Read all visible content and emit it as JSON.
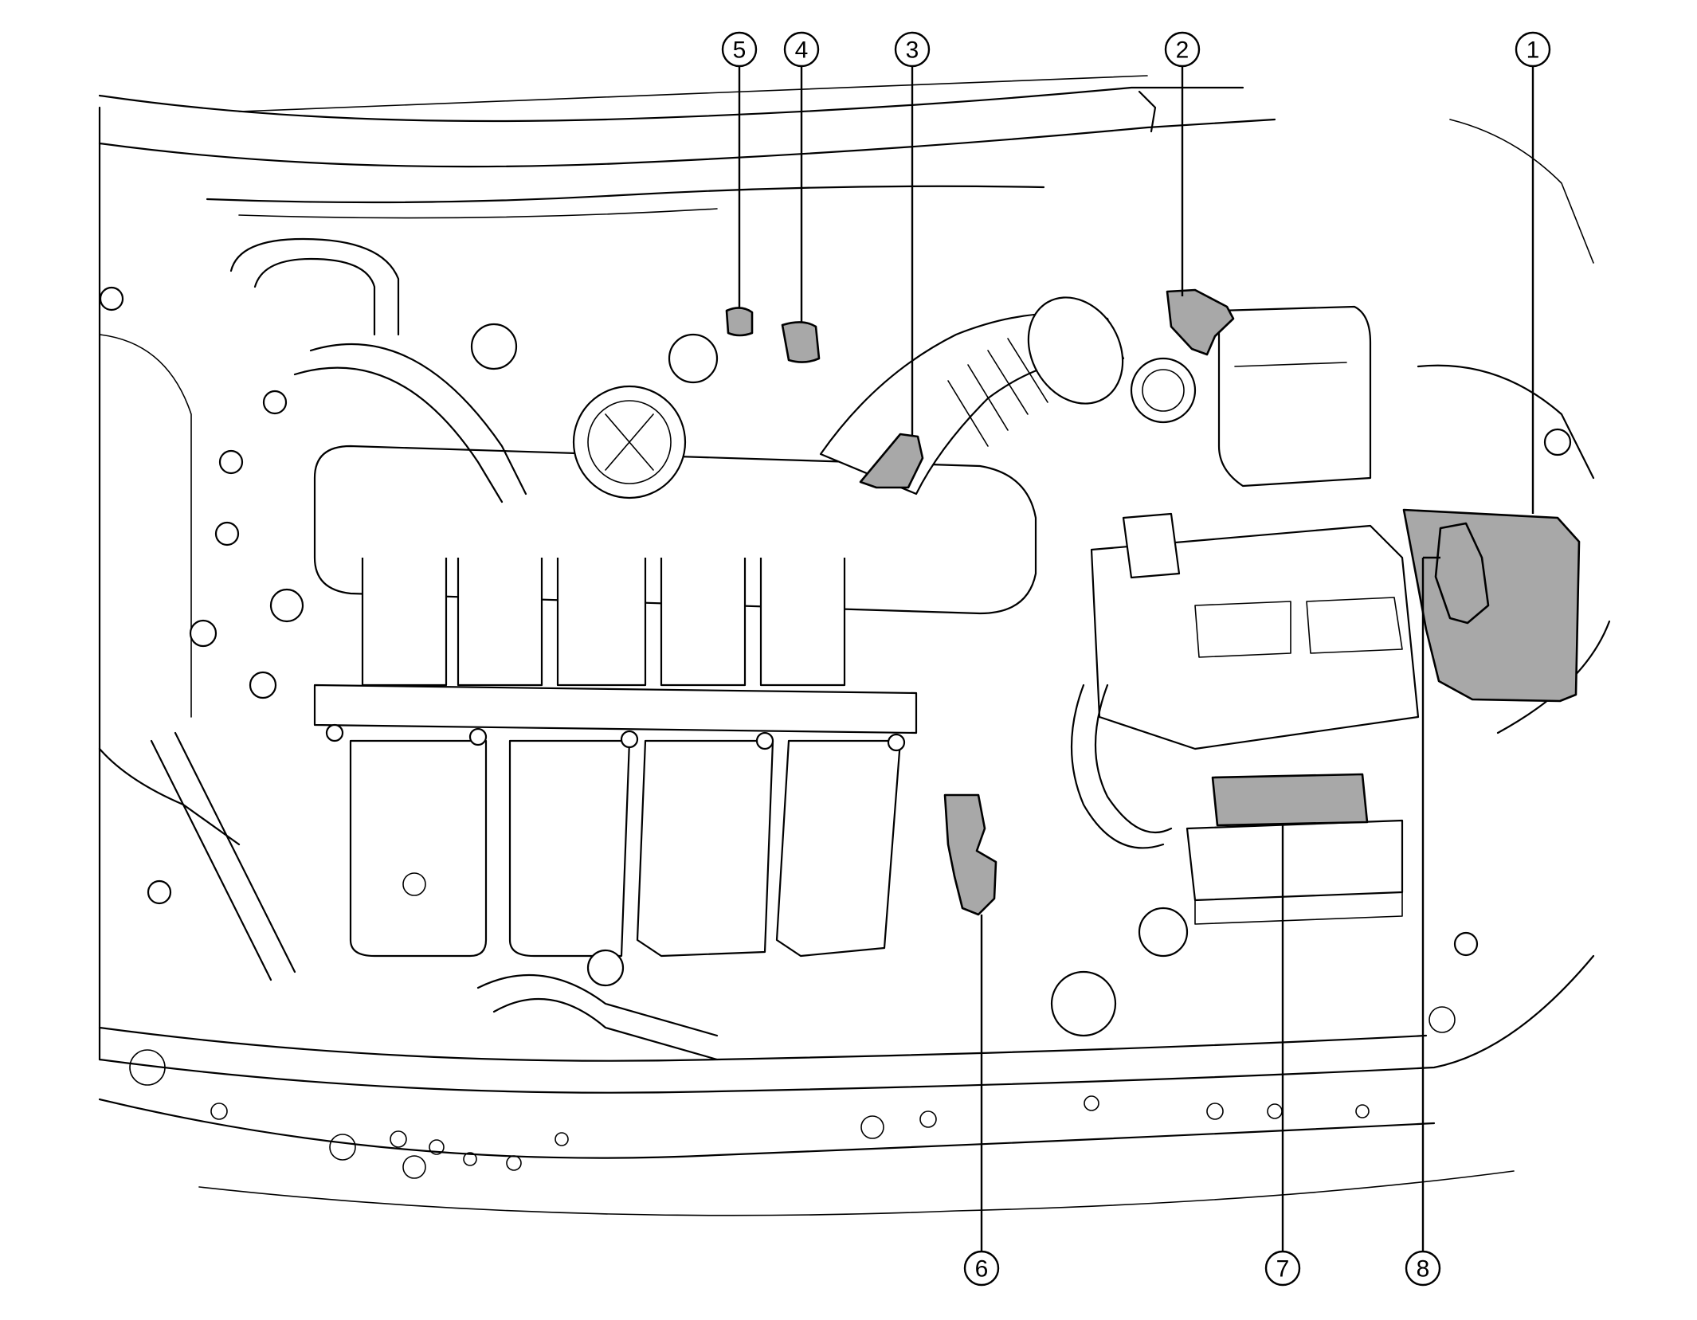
{
  "diagram": {
    "highlight_color": "#a8a8a8",
    "line_color": "#000000",
    "background": "#ffffff"
  },
  "callouts": [
    {
      "id": "1",
      "label": "1"
    },
    {
      "id": "2",
      "label": "2"
    },
    {
      "id": "3",
      "label": "3"
    },
    {
      "id": "4",
      "label": "4"
    },
    {
      "id": "5",
      "label": "5"
    },
    {
      "id": "6",
      "label": "6"
    },
    {
      "id": "7",
      "label": "7"
    },
    {
      "id": "8",
      "label": "8"
    }
  ]
}
